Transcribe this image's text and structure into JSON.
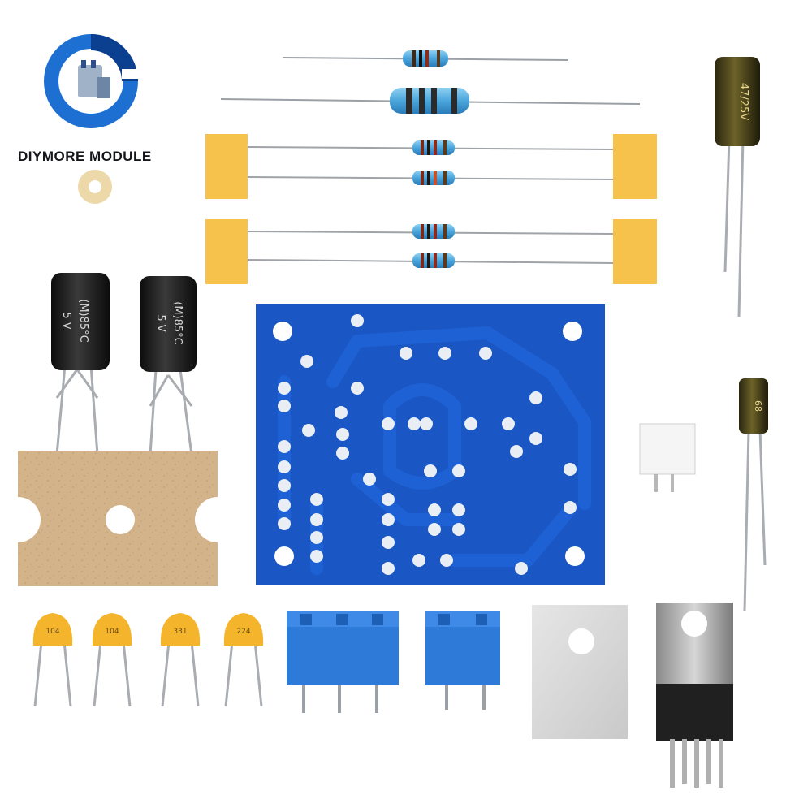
{
  "brand": {
    "name": "DIYMORE MODULE"
  },
  "colors": {
    "logo_blue": "#1d6fd1",
    "logo_dark": "#0b3f8f",
    "pcb_blue": "#1a56c4",
    "pcb_trace": "#1f63d6",
    "tape_yellow": "#f6c24c",
    "ceramic_yellow": "#f4b52c",
    "terminal_blue": "#2e7ad8",
    "mica_grey": "#d9d9d9",
    "cardboard": "#d4b48c",
    "cap_black": "#1a1a1a",
    "cap_gold": "#3a3215"
  },
  "components": {
    "ceramic_caps": [
      {
        "code": "104"
      },
      {
        "code": "104"
      },
      {
        "code": "331"
      },
      {
        "code": "224"
      }
    ],
    "electrolytic_small": {
      "marking": "(M)85°C",
      "rating": "5 V"
    },
    "electrolytic_large": {
      "marking": "47/25V"
    },
    "electrolytic_right_small": {
      "marking": "68"
    }
  }
}
